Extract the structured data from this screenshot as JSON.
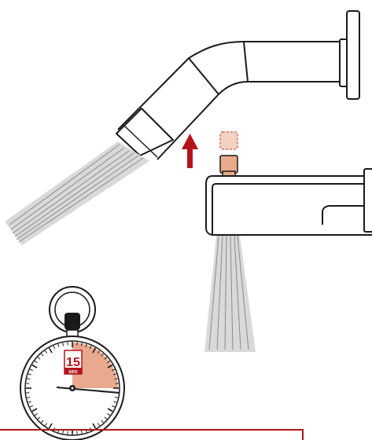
{
  "timer": {
    "seconds_value": "15",
    "seconds_unit": "sec",
    "elapsed_fraction": 0.25
  },
  "colors": {
    "line": "#1a1a1a",
    "accent_red": "#b3141b",
    "copper": "#e9a98c",
    "copper_dark": "#c9775a",
    "water": "#d9d9d9",
    "timer_fill": "#e8a98e"
  },
  "icons": {
    "shower_head": "shower-head-icon",
    "tub_spout": "tub-spout-icon",
    "diverter": "diverter-knob-icon",
    "up_arrow": "up-arrow-icon",
    "stopwatch": "stopwatch-icon"
  }
}
